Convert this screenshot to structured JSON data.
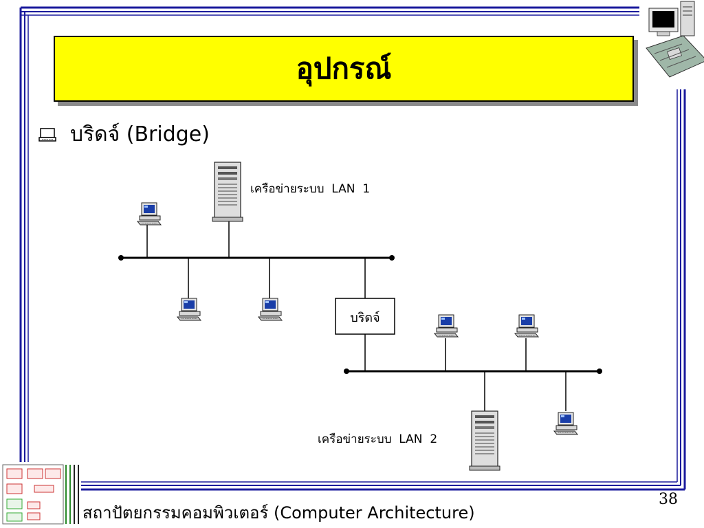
{
  "slide": {
    "title": "อุปกรณ์",
    "bullet": "บริดจ์ (Bridge)",
    "footer": "สถาปัตยกรรมคอมพิวเตอร์ (Computer Architecture)",
    "page_number": "38"
  },
  "diagram": {
    "lan1_label": "เครือข่ายระบบ  LAN  1",
    "lan2_label": "เครือข่ายระบบ  LAN  2",
    "bridge_label": "บริดจ์"
  },
  "colors": {
    "title_bg": "#ffff00",
    "frame": "#1a1a9c",
    "screen": "#1a3ea8"
  }
}
